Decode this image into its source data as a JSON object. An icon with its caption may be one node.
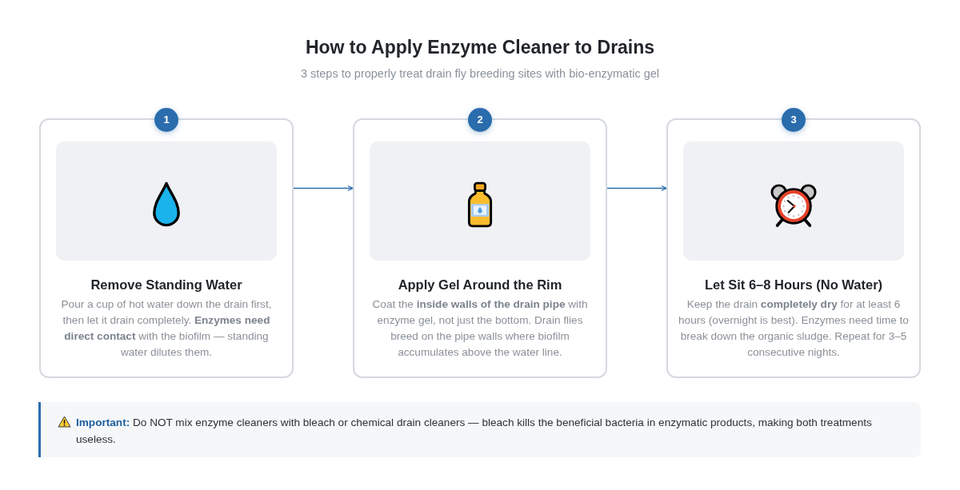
{
  "diagram": {
    "title": "How to Apply Enzyme Cleaner to Drains",
    "nodes": [
      {
        "text": [
          "1",
          "Remove Standing Water",
          "Pour a cup of hot water down the drain first, then let it drain completely. **Enzymes need direct contact** with the biofilm — standing water dilutes them."
        ]
      },
      {
        "text": [
          "2",
          "Apply Gel Around the Rim",
          "Coat the **inside walls of the drain pipe** with enzyme gel, not just the bottom. Drain flies breed on the pipe walls where biofilm accumulates above the water line."
        ]
      },
      {
        "text": [
          "3",
          "Let Sit 6–8 Hours (No Water)",
          "Keep the drain **completely dry** for at least 6 hours (overnight is best). Enzymes need time to break down the organic sludge. Repeat for 3–5 consecutive nights."
        ]
      },
      {
        "text": [
          "**Important:** Do NOT mix enzyme cleaners with bleach or chemical drain cleaners — bleach kills the beneficial bacteria in enzymatic products, making both treatments useless."
        ]
      }
    ],
    "edges": [
      {
        "from": 0,
        "to": 1,
        "arrow": "to"
      },
      {
        "from": 1,
        "to": 2,
        "arrow": "to"
      }
    ],
    "labels": [
      "3 steps to properly treat drain fly breeding sites with bio-enzymatic gel"
    ]
  }
}
